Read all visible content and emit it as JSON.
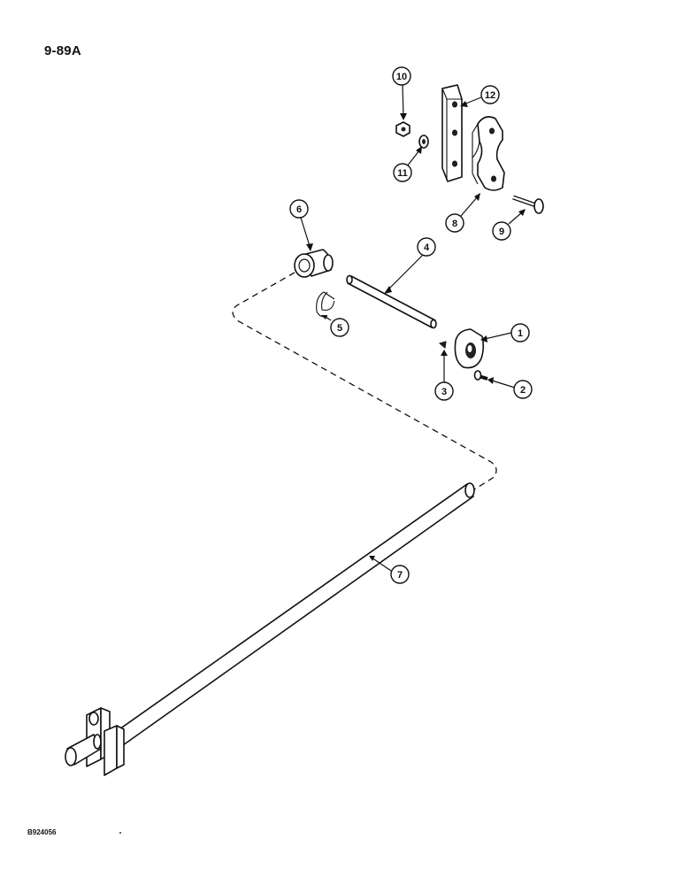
{
  "page": {
    "number": "9-89A",
    "figure_code": "B924056"
  },
  "callouts": {
    "c1": "1",
    "c2": "2",
    "c3": "3",
    "c4": "4",
    "c5": "5",
    "c6": "6",
    "c7": "7",
    "c8": "8",
    "c9": "9",
    "c10": "10",
    "c11": "11",
    "c12": "12"
  },
  "colors": {
    "ink": "#111111",
    "paper": "#ffffff"
  }
}
